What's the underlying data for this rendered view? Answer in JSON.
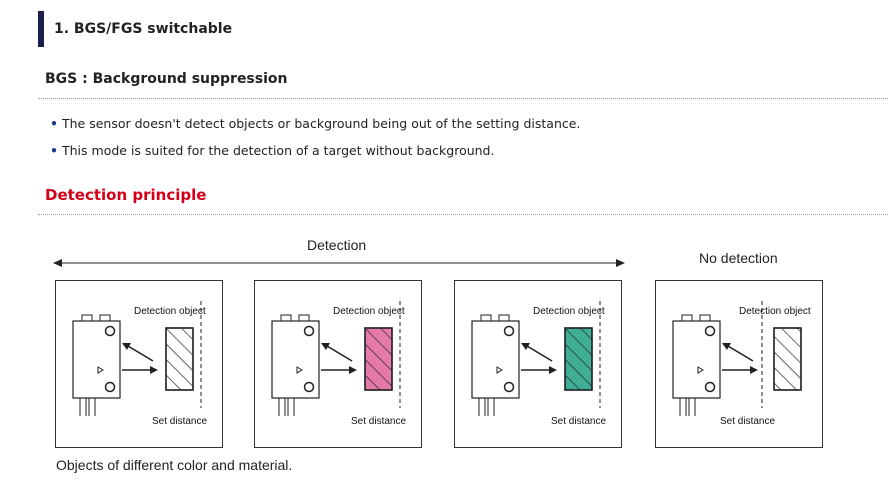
{
  "section": {
    "title": "1. BGS/FGS switchable"
  },
  "mode": {
    "heading": "BGS : Background suppression"
  },
  "bullets": [
    "The sensor doesn't detect objects or background being out of the setting distance.",
    "This mode is suited for the detection of a target without background."
  ],
  "principle": {
    "heading": "Detection principle"
  },
  "diagram": {
    "detection_label": "Detection",
    "no_detection_label": "No detection",
    "caption": "Objects of different color and material.",
    "panels": [
      {
        "object_label": "Detection object",
        "distance_label": "Set distance",
        "fill": "#ffffff",
        "hatch": "#222222",
        "object_beyond_line": false
      },
      {
        "object_label": "Detection object",
        "distance_label": "Set distance",
        "fill": "#e57aa8",
        "hatch": "#222222",
        "object_beyond_line": false
      },
      {
        "object_label": "Detection object",
        "distance_label": "Set distance",
        "fill": "#3fae95",
        "hatch": "#222222",
        "object_beyond_line": false
      },
      {
        "object_label": "Detection object",
        "distance_label": "Set distance",
        "fill": "#ffffff",
        "hatch": "#222222",
        "object_beyond_line": true
      }
    ]
  }
}
